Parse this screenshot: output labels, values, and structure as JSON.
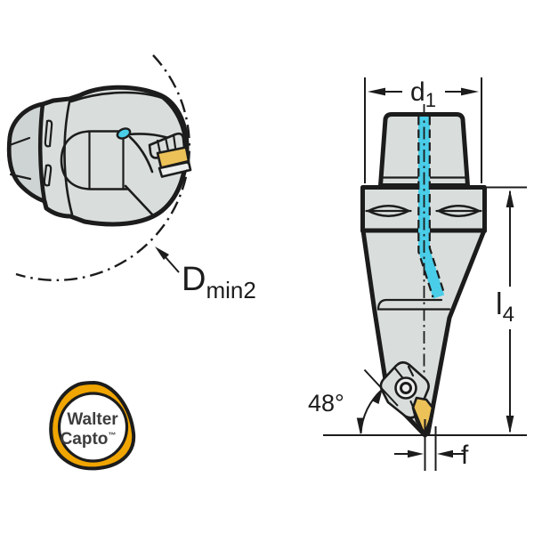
{
  "document": {
    "background": "#ffffff",
    "type": "tool-holder-technical-drawing"
  },
  "colors": {
    "page_bg": "#ffffff",
    "outline": "#1c1c1c",
    "body_gray": "#d9dedd",
    "body_gray_dark": "#ced4d3",
    "coolant_cyan": "#49cde8",
    "insert_gold": "#ecc157",
    "shim_silver": "#eceeee",
    "logo_orange": "#f0a500",
    "logo_text": "#3d3d3d"
  },
  "annotations": {
    "d1": {
      "base": "d",
      "sub": "1"
    },
    "l4": {
      "base": "l",
      "sub": "4"
    },
    "f": {
      "label": "f"
    },
    "angle": {
      "label": "48°"
    },
    "dmin2": {
      "base": "D",
      "sub": "min2"
    }
  },
  "logo": {
    "line1": "Walter",
    "line2": "Capto",
    "trademark": "™"
  }
}
